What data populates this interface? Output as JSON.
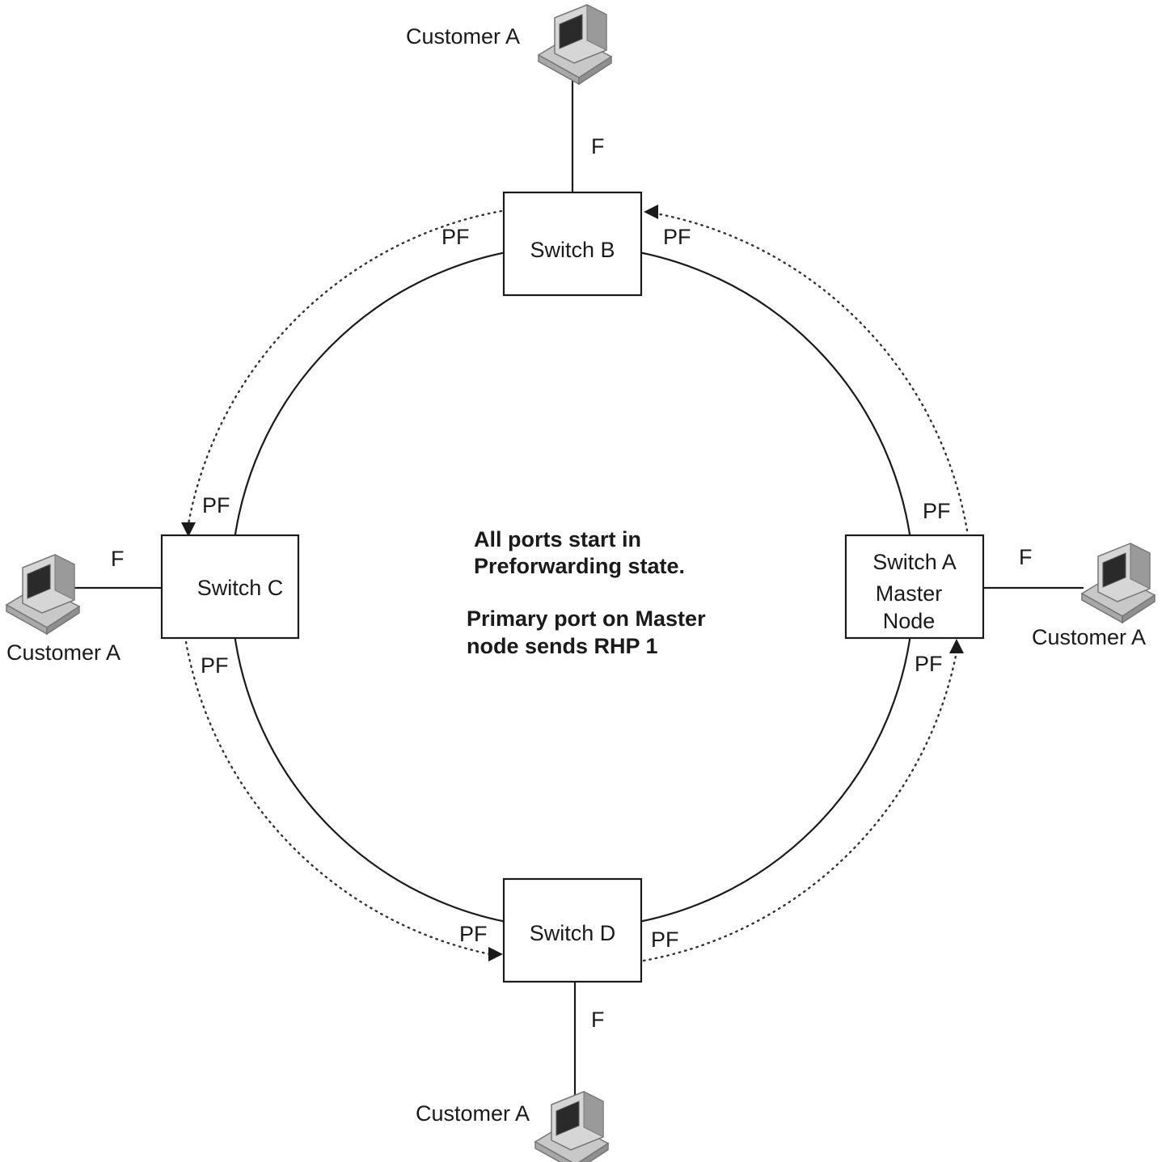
{
  "switches": {
    "a": {
      "line1": "Switch A",
      "line2": "Master",
      "line3": "Node"
    },
    "b": {
      "label": "Switch B"
    },
    "c": {
      "label": "Switch C"
    },
    "d": {
      "label": "Switch D"
    }
  },
  "customers": {
    "top": "Customer A",
    "left": "Customer A",
    "right": "Customer A",
    "bottom": "Customer A"
  },
  "port_labels": {
    "forwarding": "F",
    "preforwarding": "PF"
  },
  "note": {
    "line1": "All ports start in",
    "line2": "Preforwarding state.",
    "line3": "Primary port on Master",
    "line4": "node sends RHP 1"
  },
  "icons": [
    "computer-icon"
  ]
}
